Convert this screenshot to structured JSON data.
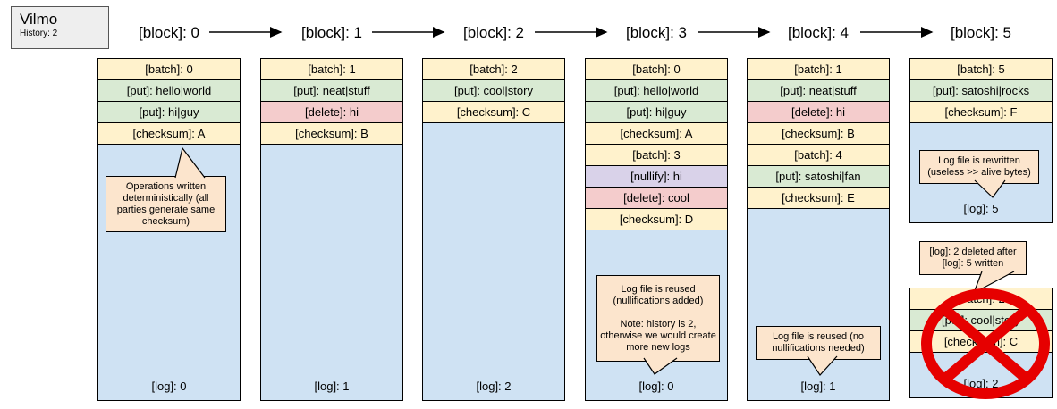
{
  "app": {
    "name": "Vilmo",
    "history": "History: 2"
  },
  "colors": {
    "batch": "#fff2cc",
    "put": "#d9ead3",
    "delete": "#f4cccc",
    "nullify": "#d9d2e9",
    "checksum": "#fff2cc",
    "log": "#cfe2f3",
    "callout": "#fce5cd",
    "prohibited": "#e60000"
  },
  "blocks": [
    {
      "label": "[block]: 0",
      "ops": [
        {
          "type": "batch",
          "text": "[batch]: 0"
        },
        {
          "type": "put",
          "text": "[put]: hello|world"
        },
        {
          "type": "put",
          "text": "[put]: hi|guy"
        },
        {
          "type": "checksum",
          "text": "[checksum]: A"
        }
      ],
      "log": "[log]: 0"
    },
    {
      "label": "[block]: 1",
      "ops": [
        {
          "type": "batch",
          "text": "[batch]: 1"
        },
        {
          "type": "put",
          "text": "[put]: neat|stuff"
        },
        {
          "type": "delete",
          "text": "[delete]: hi"
        },
        {
          "type": "checksum",
          "text": "[checksum]: B"
        }
      ],
      "log": "[log]: 1"
    },
    {
      "label": "[block]: 2",
      "ops": [
        {
          "type": "batch",
          "text": "[batch]: 2"
        },
        {
          "type": "put",
          "text": "[put]: cool|story"
        },
        {
          "type": "checksum",
          "text": "[checksum]: C"
        }
      ],
      "log": "[log]: 2"
    },
    {
      "label": "[block]: 3",
      "ops": [
        {
          "type": "batch",
          "text": "[batch]: 0"
        },
        {
          "type": "put",
          "text": "[put]: hello|world"
        },
        {
          "type": "put",
          "text": "[put]: hi|guy"
        },
        {
          "type": "checksum",
          "text": "[checksum]: A"
        },
        {
          "type": "batch",
          "text": "[batch]: 3"
        },
        {
          "type": "nullify",
          "text": "[nullify]: hi"
        },
        {
          "type": "delete",
          "text": "[delete]: cool"
        },
        {
          "type": "checksum",
          "text": "[checksum]: D"
        }
      ],
      "log": "[log]: 0"
    },
    {
      "label": "[block]: 4",
      "ops": [
        {
          "type": "batch",
          "text": "[batch]: 1"
        },
        {
          "type": "put",
          "text": "[put]: neat|stuff"
        },
        {
          "type": "delete",
          "text": "[delete]: hi"
        },
        {
          "type": "checksum",
          "text": "[checksum]: B"
        },
        {
          "type": "batch",
          "text": "[batch]: 4"
        },
        {
          "type": "put",
          "text": "[put]: satoshi|fan"
        },
        {
          "type": "checksum",
          "text": "[checksum]: E"
        }
      ],
      "log": "[log]: 1"
    },
    {
      "label": "[block]: 5",
      "ops": [
        {
          "type": "batch",
          "text": "[batch]: 5"
        },
        {
          "type": "put",
          "text": "[put]: satoshi|rocks"
        },
        {
          "type": "checksum",
          "text": "[checksum]: F"
        }
      ],
      "log": "[log]: 5"
    }
  ],
  "deleted_stack": {
    "ops": [
      {
        "type": "batch",
        "text": "[batch]: 2"
      },
      {
        "type": "put",
        "text": "[put]: cool|story"
      },
      {
        "type": "checksum",
        "text": "[checksum]: C"
      }
    ],
    "log": "[log]: 2"
  },
  "callouts": {
    "deterministic": "Operations written deterministically (all parties generate same checksum)",
    "reused_null_line1": "Log file is reused (nullifications added)",
    "reused_null_line2": "Note: history is 2, otherwise we would create more new logs",
    "reused_nonull": "Log file is reused (no nullifications needed)",
    "rewritten": "Log file is rewritten (useless >> alive bytes)",
    "deleted_line1": "[log]: 2 deleted after",
    "deleted_line2": "[log]: 5 written"
  }
}
